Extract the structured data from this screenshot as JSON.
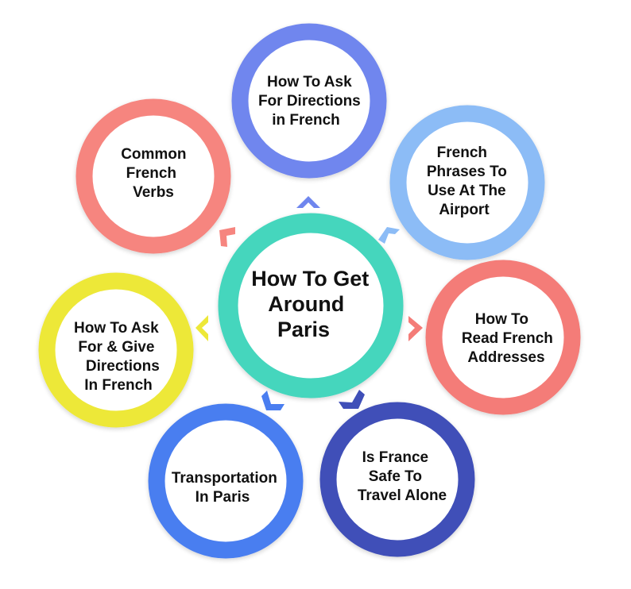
{
  "colors": {
    "center": "#45d6bd",
    "top": "#6f86ee",
    "top_right": "#8cbcf6",
    "right": "#f47c78",
    "bottom_right": "#3f4fb8",
    "bottom_left": "#4a7ef0",
    "left": "#ede838",
    "top_left": "#f6857f"
  },
  "center": {
    "lines": [
      "How To Get",
      "Around",
      "Paris"
    ]
  },
  "topics": {
    "top": {
      "lines": [
        "How To Ask",
        "For Directions",
        "in French"
      ]
    },
    "top_right": {
      "lines": [
        "French",
        "Phrases To",
        "Use At The",
        "Airport"
      ]
    },
    "right": {
      "lines": [
        "How To",
        "Read French",
        "Addresses"
      ]
    },
    "bottom_right": {
      "lines": [
        "Is France",
        "Safe To",
        "Travel Alone"
      ]
    },
    "bottom_left": {
      "lines": [
        "Transportation",
        "In Paris"
      ]
    },
    "left": {
      "lines": [
        "How To Ask",
        "For & Give",
        "Directions",
        "In French"
      ]
    },
    "top_left": {
      "lines": [
        "Common",
        "French",
        "Verbs"
      ]
    }
  }
}
